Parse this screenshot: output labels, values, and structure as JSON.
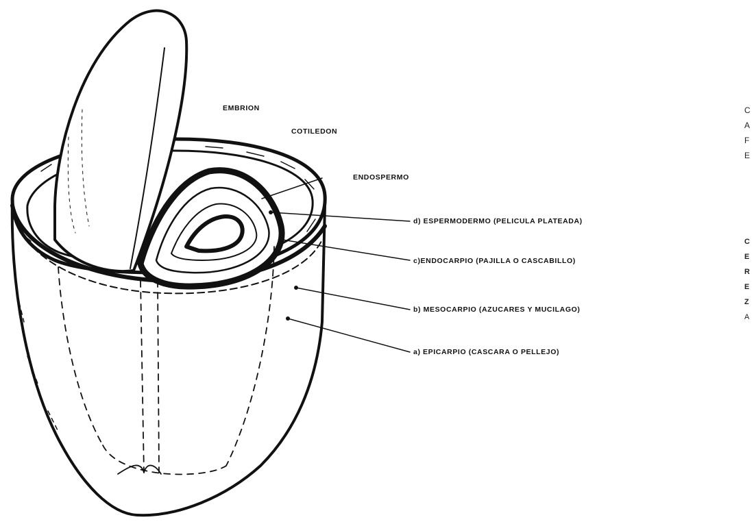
{
  "labels": {
    "embrion": "EMBRION",
    "cotiledon": "COTILEDON",
    "endospermo": "ENDOSPERMO",
    "espermodermo": "d) ESPERMODERMO  (PELICULA PLATEADA)",
    "endocarpio": "c)ENDOCARPIO  (PAJILLA  O  CASCABILLO)",
    "mesocarpio": "b) MESOCARPIO  (AZUCARES  Y  MUCILAGO)",
    "epicarpio": "a) EPICARPIO  (CASCARA  O  PELLEJO)"
  },
  "side_text": {
    "top": [
      "C",
      "A",
      "F",
      "E"
    ],
    "bottom": [
      "C",
      "E",
      "R",
      "E",
      "Z",
      "A"
    ]
  },
  "colors": {
    "ink": "#111111",
    "paper": "#ffffff"
  }
}
